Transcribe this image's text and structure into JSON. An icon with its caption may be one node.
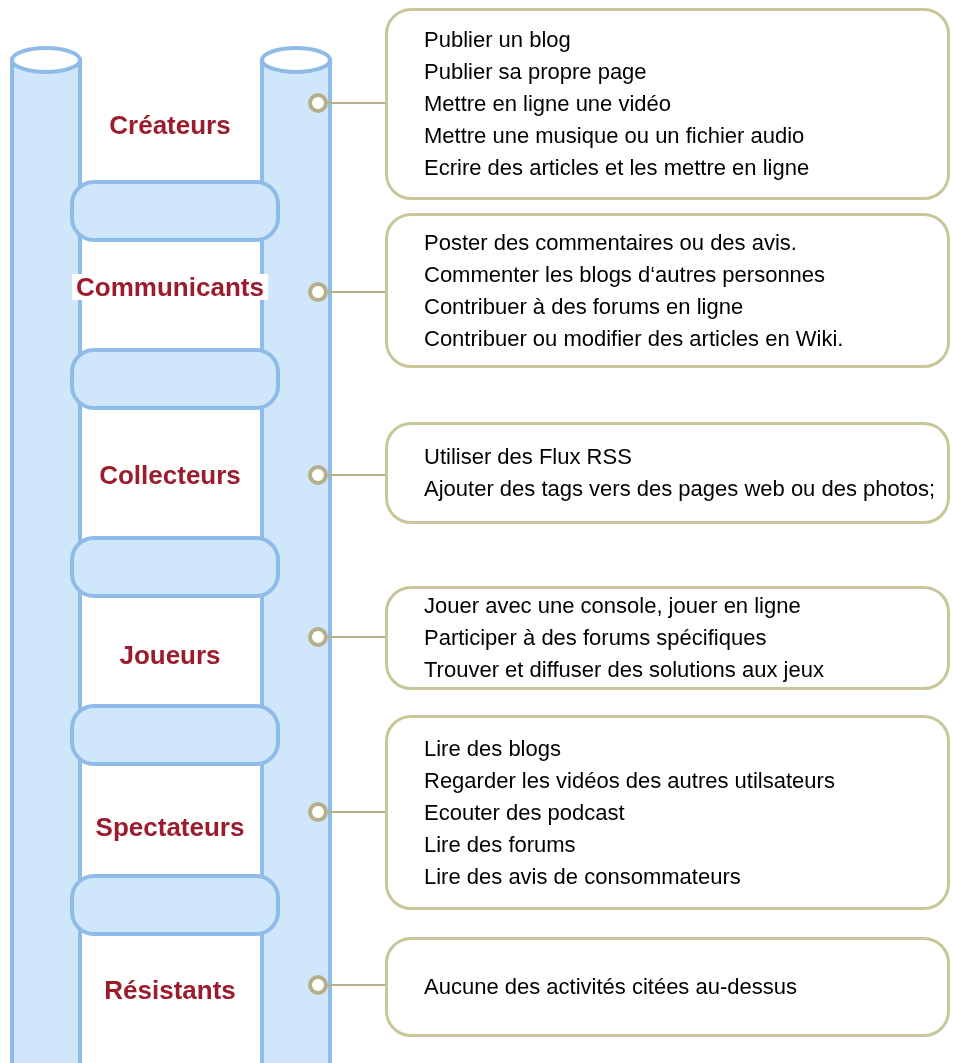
{
  "diagram": {
    "nodes": [
      {
        "text": [],
        "shape": "circle"
      },
      {
        "text": [
          "Publier un blog",
          "Publier sa propre page",
          "Mettre en ligne une vidéo",
          "Mettre une musique ou un fichier audio",
          "Ecrire des articles et les mettre en ligne"
        ]
      },
      {
        "text": [],
        "shape": "circle"
      },
      {
        "text": [
          "Poster des commentaires ou des avis.",
          "Commenter les blogs d‘autres personnes",
          "Contribuer à des forums en ligne",
          "Contribuer ou modifier des articles en Wiki."
        ]
      },
      {
        "text": [],
        "shape": "circle"
      },
      {
        "text": [
          "Utiliser des Flux RSS",
          "Ajouter des tags vers des pages web ou des photos;"
        ]
      },
      {
        "text": [],
        "shape": "circle"
      },
      {
        "text": [
          "Jouer avec une console, jouer en ligne",
          "Participer à des forums spécifiques",
          "Trouver et diffuser des solutions aux jeux"
        ]
      },
      {
        "text": [],
        "shape": "circle"
      },
      {
        "text": [
          "Lire des blogs",
          "Regarder les vidéos des autres utilsateurs",
          "Ecouter des podcast",
          "Lire des forums",
          "Lire des avis de consommateurs"
        ]
      },
      {
        "text": [],
        "shape": "circle"
      },
      {
        "text": [
          "Aucune des activités citées au-dessus"
        ]
      }
    ],
    "edges": [
      {
        "from": 0,
        "to": 1,
        "arrow": "none"
      },
      {
        "from": 2,
        "to": 3,
        "arrow": "none"
      },
      {
        "from": 4,
        "to": 5,
        "arrow": "none"
      },
      {
        "from": 6,
        "to": 7,
        "arrow": "none"
      },
      {
        "from": 8,
        "to": 9,
        "arrow": "none"
      },
      {
        "from": 10,
        "to": 11,
        "arrow": "none"
      }
    ],
    "labels": [
      "Créateurs",
      "Communicants",
      "Collecteurs",
      "Joueurs",
      "Spectateurs",
      "Résistants"
    ]
  }
}
